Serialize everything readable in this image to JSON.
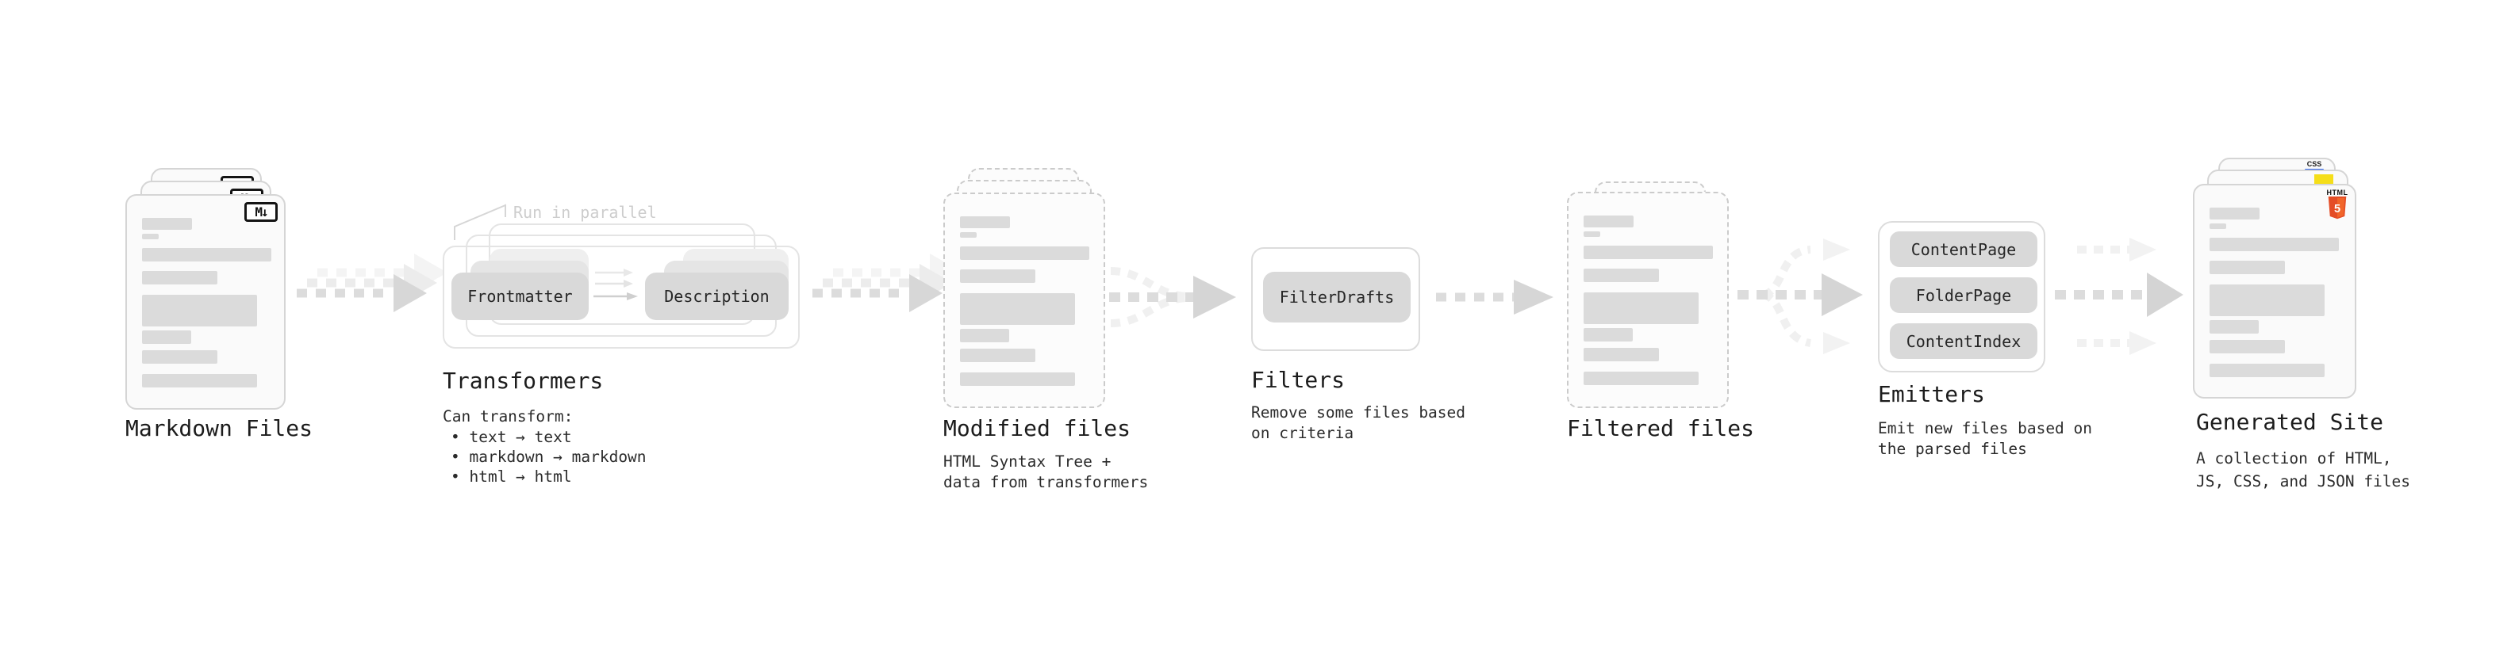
{
  "stages": {
    "markdown_files": {
      "label": "Markdown Files",
      "badge": "M↓"
    },
    "transformers": {
      "annotation": "Run in parallel",
      "box_left": "Frontmatter",
      "box_right": "Description",
      "label": "Transformers",
      "desc_title": "Can transform:",
      "bullets": [
        "• text → text",
        "• markdown → markdown",
        "• html → html"
      ]
    },
    "modified_files": {
      "label": "Modified files",
      "desc_lines": [
        "HTML Syntax Tree +",
        "data from transformers"
      ]
    },
    "filters": {
      "box": "FilterDrafts",
      "label": "Filters",
      "desc_lines": [
        "Remove some files based",
        "on criteria"
      ]
    },
    "filtered_files": {
      "label": "Filtered files"
    },
    "emitters": {
      "boxes": [
        "ContentPage",
        "FolderPage",
        "ContentIndex"
      ],
      "label": "Emitters",
      "desc_lines": [
        "Emit new files based on",
        "the parsed files"
      ]
    },
    "generated_site": {
      "label": "Generated Site",
      "desc_lines": [
        "A collection of HTML,",
        "JS, CSS, and JSON files"
      ],
      "css_badge": "CSS",
      "html_badge": "HTML",
      "html_number": "5"
    }
  },
  "colors": {
    "html5_orange": "#e44d26",
    "html5_orange_light": "#f16529",
    "js_yellow": "#f5de19",
    "css_blue": "#2962ef",
    "box_gray": "#d9d9d9",
    "arrow_gray": "#dcdcdc"
  }
}
